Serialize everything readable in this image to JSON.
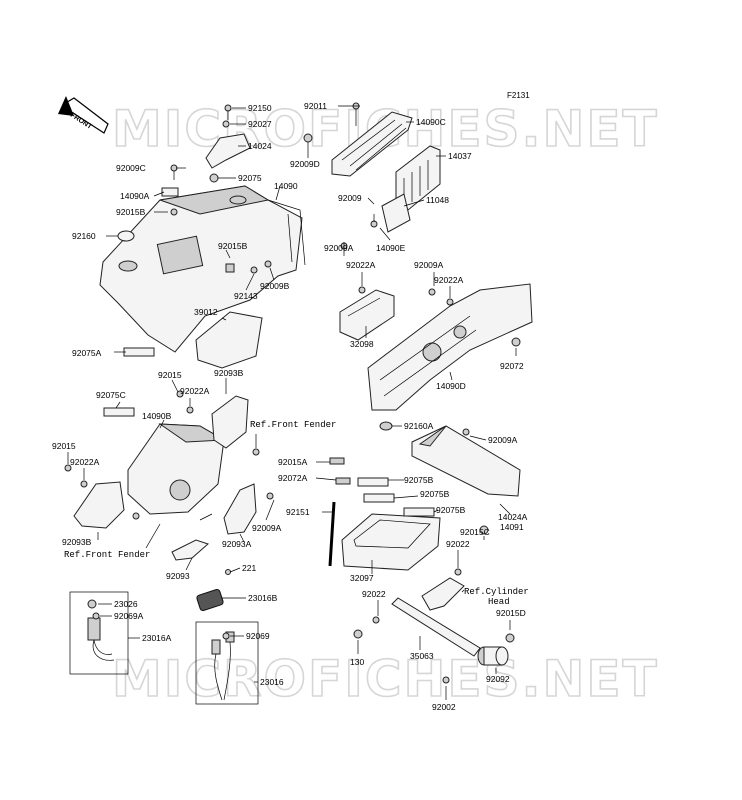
{
  "figure_code": "F2131",
  "front_label": "FRONT",
  "watermark": "MICROFICHES.NET",
  "refs": {
    "front_fender_1": "Ref.Front Fender",
    "front_fender_2": "Ref.Front Fender",
    "cylinder_head_1": "Ref.Cylinder",
    "cylinder_head_2": "Head"
  },
  "labels": [
    "92150",
    "92027",
    "14024",
    "92075",
    "92011",
    "14090C",
    "92009D",
    "14037",
    "92009C",
    "14090A",
    "92015B",
    "14090",
    "92160",
    "92015B",
    "92143",
    "92009B",
    "92009",
    "11048",
    "14090E",
    "92009A",
    "92022A",
    "92009A",
    "92022A",
    "39012",
    "32098",
    "92072",
    "14090D",
    "92075A",
    "92015",
    "92022A",
    "92093B",
    "92075C",
    "14090B",
    "92160A",
    "92009A",
    "92015",
    "92022A",
    "92015A",
    "92072A",
    "92075B",
    "92075B",
    "92075B",
    "14024A",
    "14091",
    "92151",
    "92009A",
    "92093B",
    "92093A",
    "92015C",
    "92022",
    "32097",
    "92093",
    "221",
    "23016B",
    "23026",
    "92069A",
    "23016A",
    "92069",
    "23016",
    "92022",
    "130",
    "35063",
    "92015D",
    "92092",
    "92002"
  ],
  "colors": {
    "ink": "#000000",
    "watermark": "#d6d6d6",
    "background": "#ffffff"
  }
}
